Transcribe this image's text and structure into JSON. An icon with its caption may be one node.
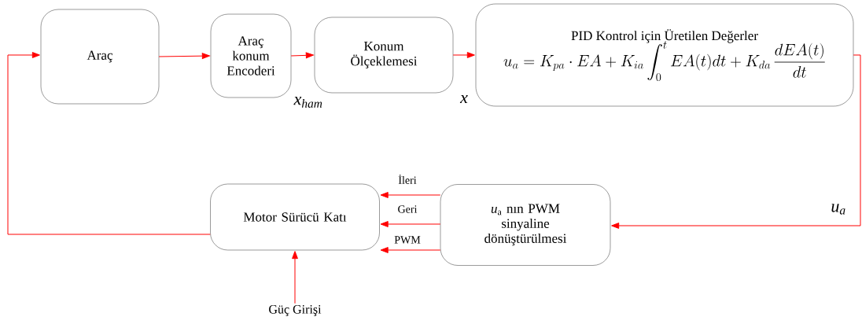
{
  "diagram": {
    "nodes": [
      {
        "text": [
          "Araç"
        ]
      },
      {
        "text": [
          "Araç konum Encoderi"
        ]
      },
      {
        "text": [
          "Konum Ölçeklemesi"
        ]
      },
      {
        "text": [
          "PID Kontrol için Üretilen Değerler",
          "u_a = K_{pa}\\cdot EA + K_{ia}\\int_0^t EA(t)dt + K_{da}\\,\\frac{dEA(t)}{dt}"
        ]
      },
      {
        "text": [
          "Motor Sürücü Katı"
        ]
      },
      {
        "text": [
          "*u*$_{a}$ nın PWM sinyaline dönüştürülmesi"
        ]
      },
      {
        "text": [
          "Güç Girişi"
        ]
      }
    ],
    "edges": [
      {
        "from": 4,
        "to": 0,
        "arrow": "to"
      },
      {
        "from": 0,
        "to": 1,
        "arrow": "to"
      },
      {
        "from": 1,
        "to": 2,
        "arrow": "to",
        "label": "x$_{ham}$"
      },
      {
        "from": 2,
        "to": 3,
        "arrow": "to",
        "label": "x"
      },
      {
        "from": 3,
        "to": 5,
        "arrow": "to",
        "label": "u$_{a}$"
      },
      {
        "from": 5,
        "to": 4,
        "arrow": "to",
        "label": "İleri"
      },
      {
        "from": 5,
        "to": 4,
        "arrow": "to",
        "label": "Geri"
      },
      {
        "from": 5,
        "to": 4,
        "arrow": "to",
        "label": "PWM"
      },
      {
        "from": 6,
        "to": 4,
        "arrow": "to"
      }
    ]
  }
}
